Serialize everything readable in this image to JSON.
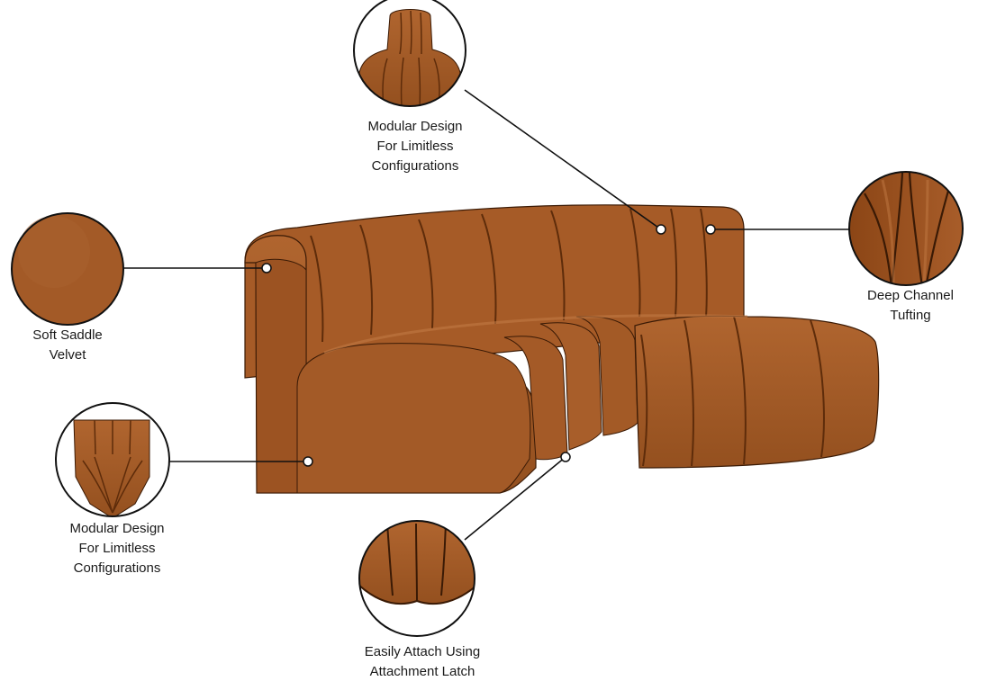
{
  "product": {
    "name": "Curved channel-tufted modular velvet sofa",
    "color_hex": "#a4592a",
    "shadow_hex": "#6d3510",
    "highlight_hex": "#c0743d"
  },
  "callouts": [
    {
      "id": "top",
      "lines": [
        "Modular Design",
        "For Limitless",
        "Configurations"
      ],
      "icon": "armless-chair-module-icon"
    },
    {
      "id": "right",
      "lines": [
        "Deep Channel",
        "Tufting"
      ],
      "icon": "channel-tufting-detail-icon"
    },
    {
      "id": "left-top",
      "lines": [
        "Soft Saddle",
        "Velvet"
      ],
      "icon": "velvet-swatch-icon"
    },
    {
      "id": "left-bottom",
      "lines": [
        "Modular Design",
        "For Limitless",
        "Configurations"
      ],
      "icon": "corner-module-icon"
    },
    {
      "id": "bottom",
      "lines": [
        "Easily Attach Using",
        "Attachment Latch"
      ],
      "icon": "attachment-latch-detail-icon"
    }
  ]
}
